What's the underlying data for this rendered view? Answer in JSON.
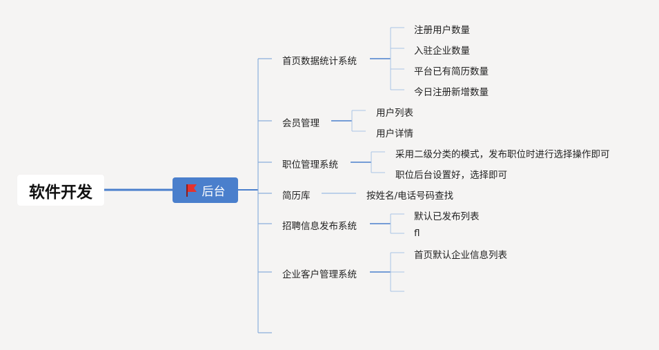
{
  "mindmap": {
    "root": "软件开发",
    "hub": {
      "label": "后台",
      "icon": "red-flag-icon"
    },
    "branches": [
      {
        "label": "首页数据统计系统",
        "children": [
          "注册用户数量",
          "入驻企业数量",
          "平台已有简历数量",
          "今日注册新增数量"
        ]
      },
      {
        "label": "会员管理",
        "children": [
          "用户列表",
          "用户详情"
        ]
      },
      {
        "label": "职位管理系统",
        "children": [
          "采用二级分类的模式，发布职位时进行选择操作即可",
          "职位后台设置好，选择即可"
        ]
      },
      {
        "label": "简历库",
        "children": [
          "按姓名/电话号码查找"
        ]
      },
      {
        "label": "招聘信息发布系统",
        "children": [
          "默认已发布列表",
          "fl"
        ]
      },
      {
        "label": "企业客户管理系统",
        "children": [
          "首页默认企业信息列表",
          "",
          ""
        ]
      }
    ],
    "empty_branch_count": 1
  },
  "colors": {
    "background": "#f5f4f3",
    "hub": "#4a7fcc",
    "trunk_line": "#4a7fcc",
    "branch_line": "#8aaedc",
    "leaf_line": "#a9c3e6",
    "flag": "#e5322d"
  }
}
